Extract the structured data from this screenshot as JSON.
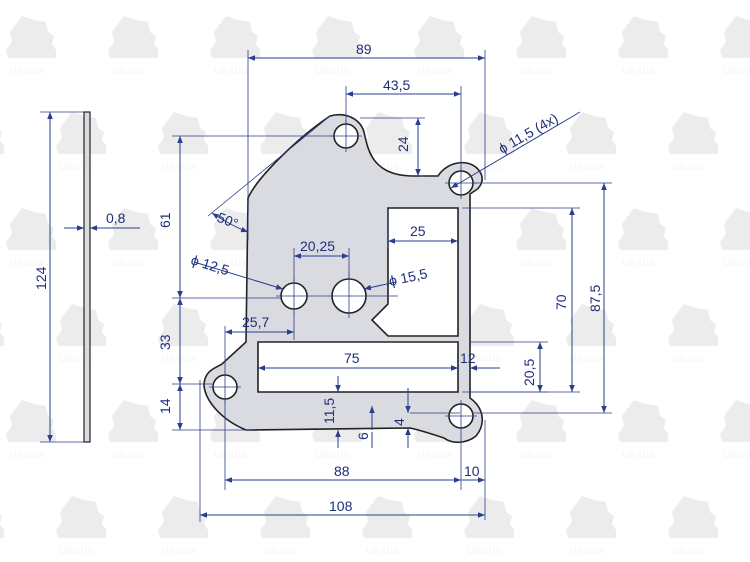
{
  "watermark": {
    "text": "URSUS"
  },
  "colors": {
    "dimension": "#2a3e8c",
    "part_fill": "#d9dbe1",
    "outline": "#222222",
    "watermark": "#ececec"
  },
  "dimensions": {
    "d89": "89",
    "d43_5": "43,5",
    "d24": "24",
    "d11_5": "ϕ 11,5  (4x)",
    "d61": "61",
    "d50": "50°",
    "d25": "25",
    "d20_25": "20,25",
    "d12_5": "ϕ 12,5",
    "d15_5": "ϕ 15,5",
    "d70": "70",
    "d87_5": "87,5",
    "d33": "33",
    "d25_7": "25,7",
    "d75": "75",
    "d12": "12",
    "d20_5": "20,5",
    "d14": "14",
    "d11_5v": "11,5",
    "d6": "6",
    "d4": "4",
    "d88": "88",
    "d10": "10",
    "d108": "108",
    "d124": "124",
    "d0_8": "0,8"
  }
}
